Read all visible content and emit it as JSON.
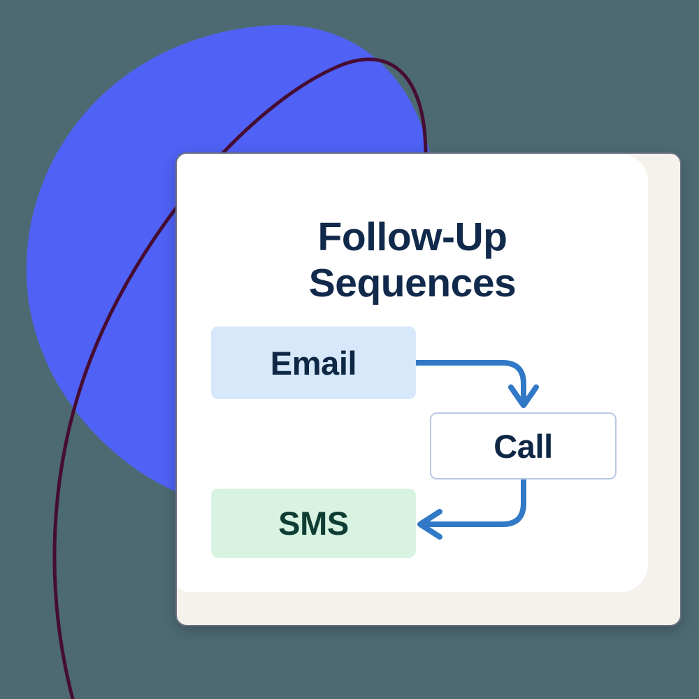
{
  "background": {
    "canvas_color": "#4d6a72",
    "blob_color": "#4f62f5",
    "outline_color": "#460d33"
  },
  "card": {
    "outer_color": "#f5f2ec",
    "inner_color": "#ffffff",
    "border_color": "#6b7183",
    "title": "Follow-Up\nSequences",
    "title_color": "#11294b"
  },
  "flow": {
    "connector_color": "#3179c6",
    "nodes": [
      {
        "id": "email",
        "label": "Email",
        "fill": "#d8e8fb",
        "text_color": "#0e2745",
        "style": "filled"
      },
      {
        "id": "call",
        "label": "Call",
        "fill": "#ffffff",
        "text_color": "#0e2745",
        "border": "#b9c9e2",
        "style": "outlined"
      },
      {
        "id": "sms",
        "label": "SMS",
        "fill": "#d8f3e1",
        "text_color": "#0e3d33",
        "style": "filled"
      }
    ],
    "edges": [
      {
        "id": "email-to-call",
        "from": "Email",
        "to": "Call",
        "direction": "down"
      },
      {
        "id": "call-to-sms",
        "from": "Call",
        "to": "SMS",
        "direction": "left"
      }
    ]
  }
}
